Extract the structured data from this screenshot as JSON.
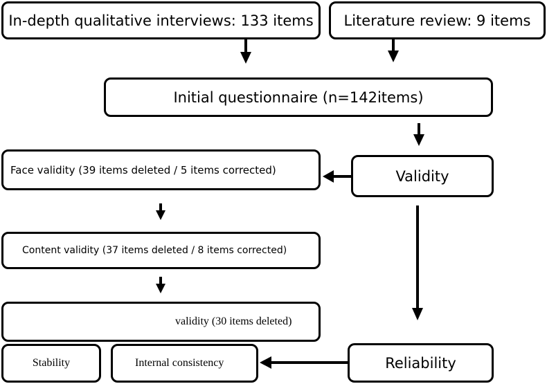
{
  "diagram": {
    "interviews": "In-depth qualitative interviews: 133 items",
    "literature": "Literature review: 9 items",
    "initial": "Initial questionnaire (n=142items)",
    "validity": "Validity",
    "face_validity": "Face validity (39 items deleted / 5 items corrected)",
    "content_validity": "Content validity (37 items deleted / 8 items corrected)",
    "construct_validity": "validity (30 items deleted)",
    "reliability": "Reliability",
    "stability": "Stability",
    "internal_consistency": "Internal consistency"
  }
}
